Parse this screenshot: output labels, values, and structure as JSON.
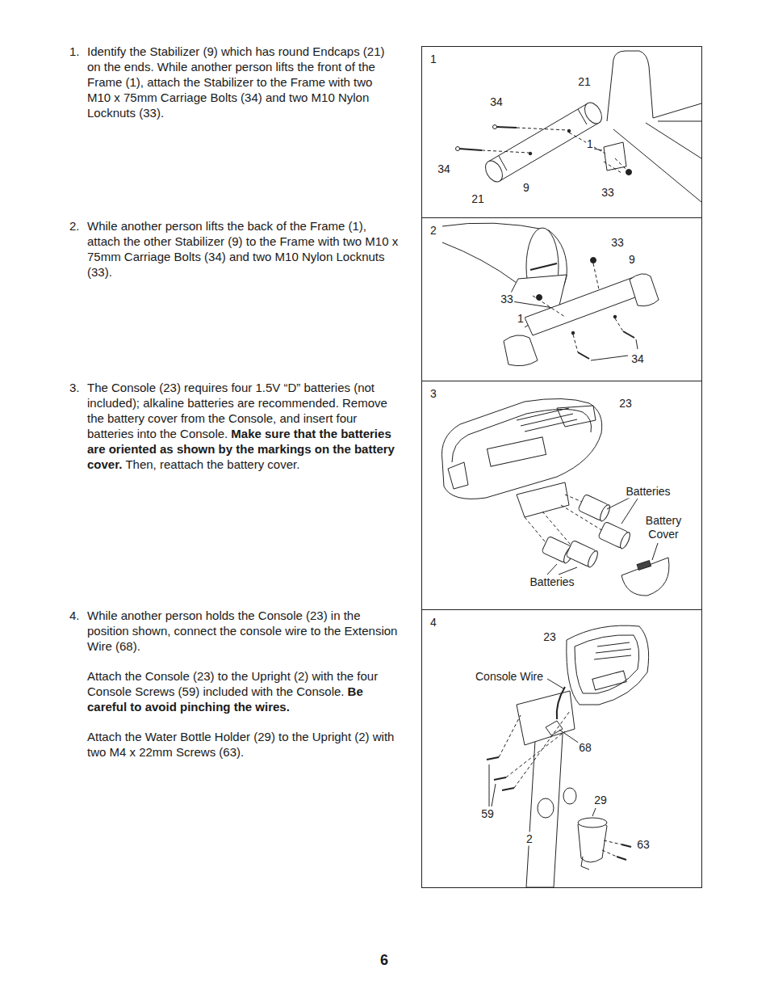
{
  "diagram": {
    "nodes": [
      {
        "text": [
          "1"
        ]
      },
      {
        "text": [
          "2"
        ]
      },
      {
        "text": [
          "3"
        ]
      },
      {
        "text": [
          "4"
        ]
      }
    ],
    "labels": [
      "1.",
      "Identify the Stabilizer (9) which has round Endcaps (21) on the ends. While another person lifts the front of the Frame (1), attach the Stabilizer to the Frame with two M10 x 75mm Carriage Bolts (34) and two M10 Nylon Locknuts (33).",
      "2.",
      "While another person lifts the back of the Frame (1), attach the other Stabilizer (9) to the Frame with two M10 x 75mm Carriage Bolts (34) and two M10 Nylon Locknuts (33).",
      "3.",
      "The Console (23) requires four 1.5V “D” batteries (not included); alkaline batteries are recommended. Remove the battery cover from the Console, and insert four batteries into the Console.",
      "Make sure that the batteries are oriented as shown by the markings on the battery cover.",
      "Then, reattach the battery cover.",
      "4.",
      "While another person holds the Console (23) in the position shown, connect the console wire to the Extension Wire (68).",
      "Attach the Console (23) to the Upright (2) with the four Console Screws (59) included with the Console.",
      "Be careful to avoid pinching the wires.",
      "Attach the Water Bottle Holder (29) to the Upright (2) with two M4 x 22mm Screws (63).",
      "21",
      "34",
      "1",
      "34",
      "9",
      "33",
      "21",
      "33",
      "9",
      "33",
      "1",
      "34",
      "23",
      "Batteries",
      "Battery Cover",
      "Batteries",
      "23",
      "Console Wire",
      "68",
      "29",
      "59",
      "2",
      "63",
      "6"
    ]
  }
}
